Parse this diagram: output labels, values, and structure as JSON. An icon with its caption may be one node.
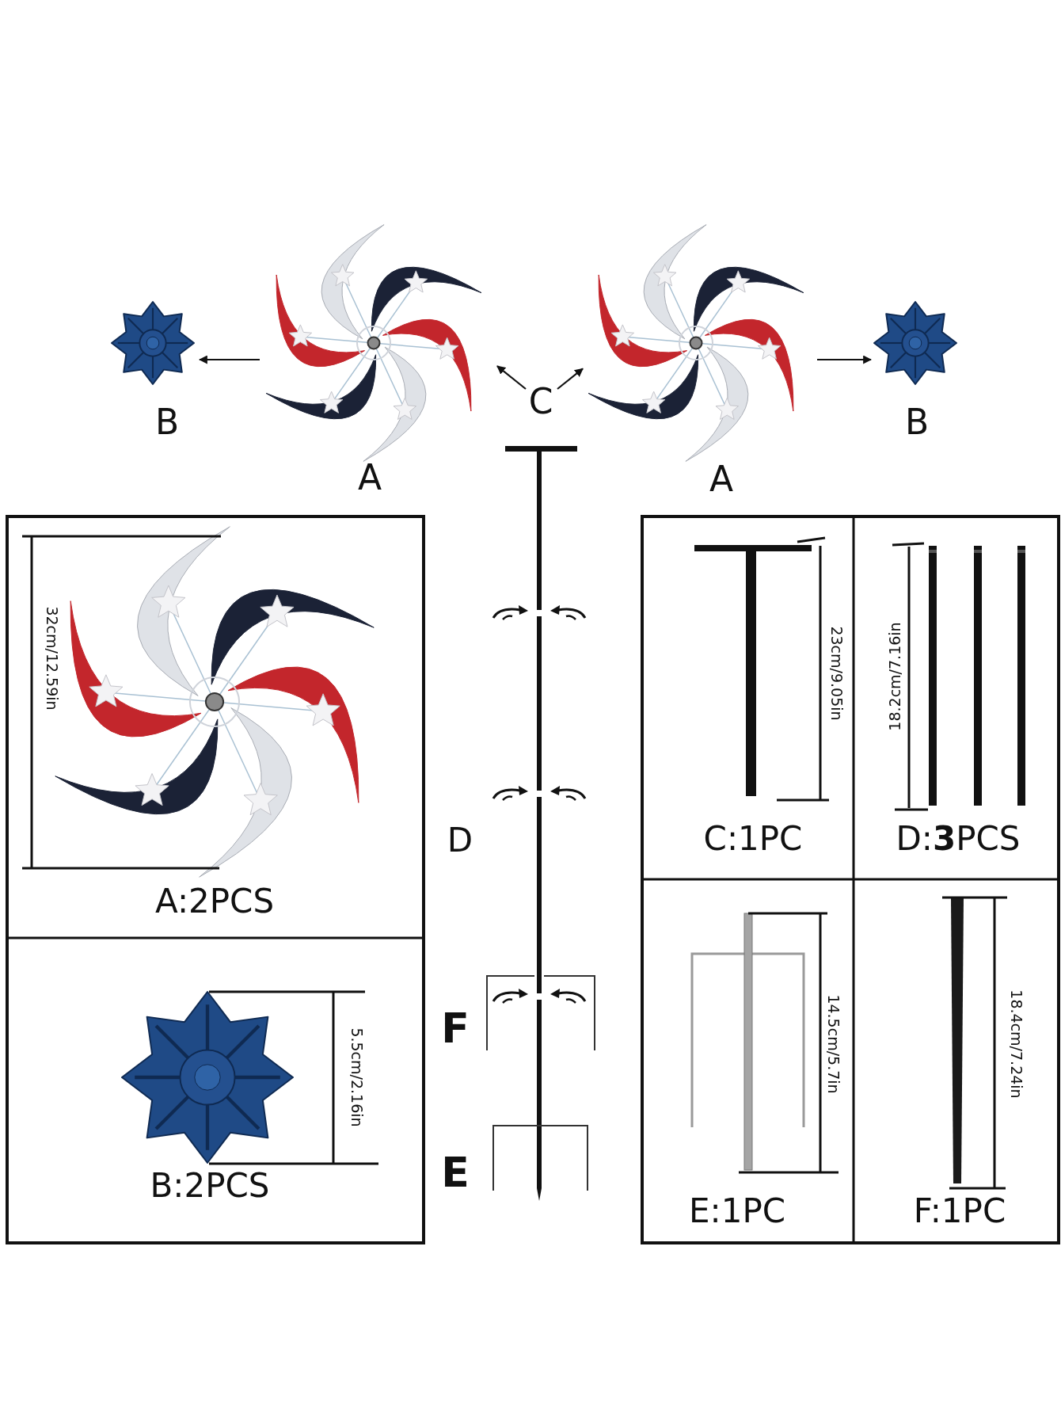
{
  "diagram": {
    "nodes": [
      {
        "text": [
          "B"
        ]
      },
      {
        "text": [
          "A"
        ]
      },
      {
        "text": [
          "C"
        ]
      },
      {
        "text": [
          "A"
        ]
      },
      {
        "text": [
          "B"
        ]
      }
    ],
    "edges": [
      {
        "from": 1,
        "to": 0,
        "arrow": "to"
      },
      {
        "from": 2,
        "to": 1,
        "arrow": "to"
      },
      {
        "from": 2,
        "to": 3,
        "arrow": "to"
      },
      {
        "from": 3,
        "to": 4,
        "arrow": "to"
      }
    ],
    "labels": [
      "D",
      "F",
      "E",
      "32cm/12.59in",
      "A:2PCS",
      "5.5cm/2.16in",
      "B:2PCS",
      "23cm/9.05in",
      "C:1PC",
      "18.2cm/7.16in",
      "D:**3**PCS",
      "14.5cm/5.7in",
      "E:1PC",
      "18.4cm/7.24in",
      "F:1PC"
    ]
  }
}
